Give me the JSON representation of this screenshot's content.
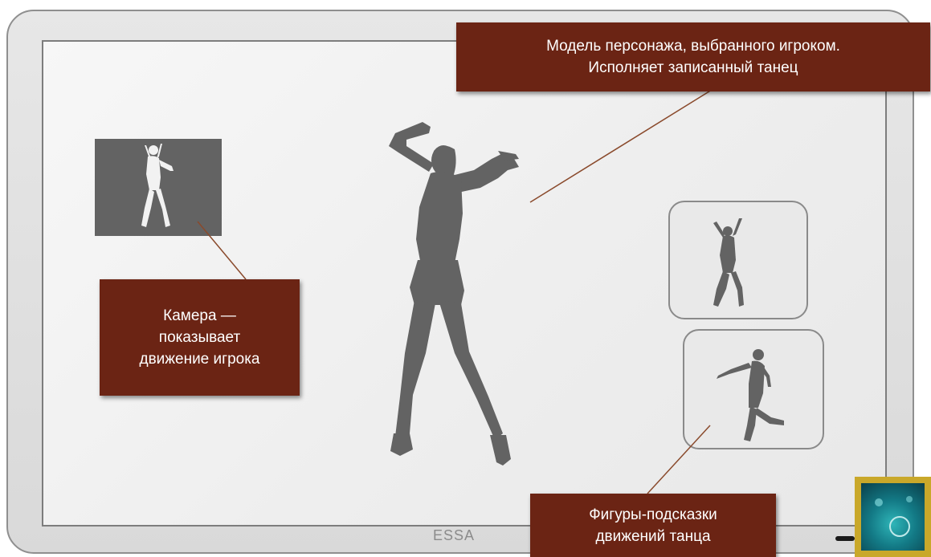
{
  "screen": {
    "brand_label": "ESSA"
  },
  "callouts": {
    "model": {
      "line1": "Модель персонажа, выбранного игроком.",
      "line2": "Исполняет записанный танец"
    },
    "camera": {
      "line1": "Камера —",
      "line2": "показывает",
      "line3": "движение игрока"
    },
    "hints": {
      "line1": "Фигуры-подсказки",
      "line2": "движений танца"
    }
  },
  "icons": {
    "main_dancer": "dancer-silhouette-icon",
    "camera_player": "player-silhouette-icon",
    "hint_pose_1": "dance-pose-icon",
    "hint_pose_2": "dance-pose-icon"
  },
  "colors": {
    "callout_bg": "#6b2414",
    "callout_text": "#ffffff",
    "silhouette": "#636363",
    "camera_bg": "#636363",
    "frame_border": "#8f8f8f",
    "leader_line": "#8a4a2c",
    "thumbnail_border": "#c9a82a",
    "thumbnail_fill": "#137a86"
  }
}
